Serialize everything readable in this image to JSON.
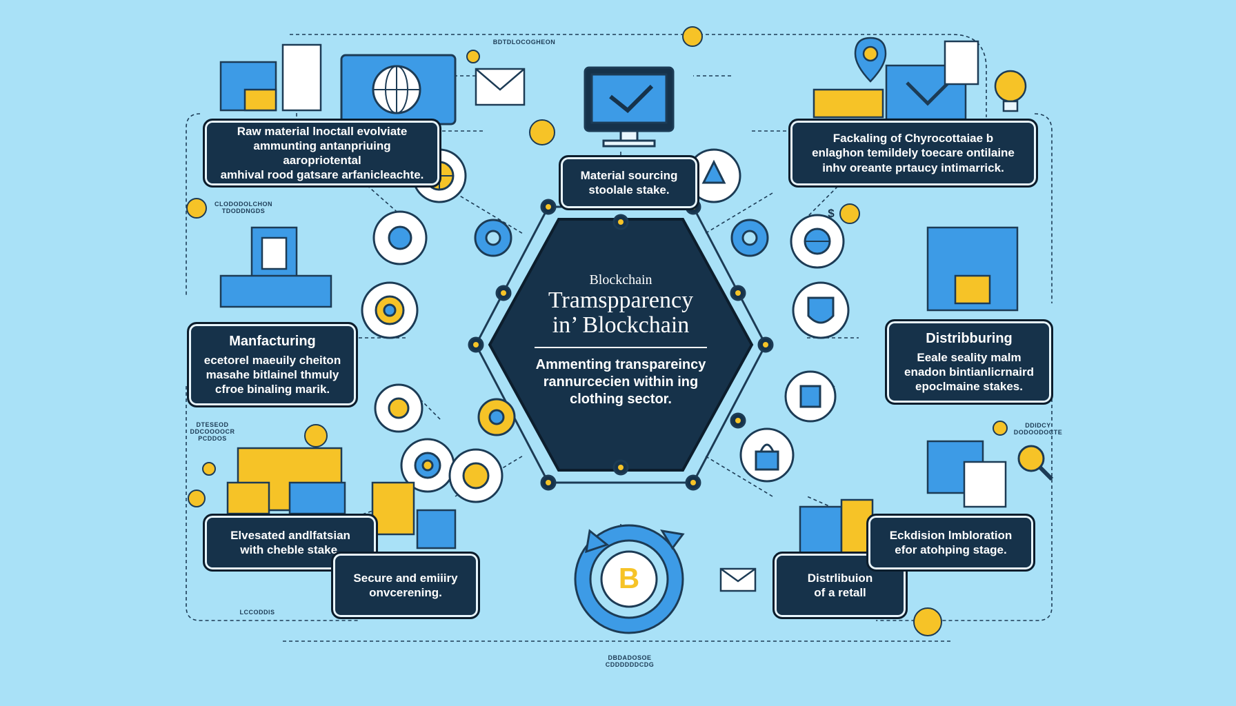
{
  "colors": {
    "background": "#a9e1f7",
    "dark": "#16324a",
    "blue": "#3d9be6",
    "yellow": "#f6c327",
    "line": "#1c3b55"
  },
  "center": {
    "line1": "Blockchain",
    "line2": "Tramspparency",
    "line3": "in’ Blockchain",
    "subtitle": [
      "Ammenting transpareincy",
      "rannurcecien within ing",
      "clothing sector."
    ]
  },
  "boxes": {
    "raw_material": [
      "Raw material lnoctall evolviate",
      "ammunting antanpriuing aaropriotental",
      "amhival rood gatsare arfanicleachte."
    ],
    "material_sourcing": [
      "Material sourcing",
      "stoolale stake."
    ],
    "packaging": [
      "Fackaling of Chyrocottaiae b",
      "enlaghon temildely toecare ontilaine",
      "inhv oreante prtaucy intimarrick."
    ],
    "manufacturing": {
      "title": "Manfacturing",
      "lines": [
        "ecetorel maeuily cheiton",
        "masahe bitlainel thmuly",
        "cfroe binaling marik."
      ]
    },
    "distributing": {
      "title": "Distribburing",
      "lines": [
        "Eeale seality malm",
        "enadon bintianlicrnaird",
        "epoclmaine stakes."
      ]
    },
    "elevated": [
      "Elvesated andlfatsian",
      "with cheble stake."
    ],
    "secure": [
      "Secure and emiiiry",
      "onvcerening."
    ],
    "distribution_retail": [
      "Distrlibuion",
      "of a retall"
    ],
    "exclusion": [
      "Eckdision lmbloration",
      "efor atohping stage."
    ]
  },
  "small_labels": {
    "top": "BDTDLOCOGHEON",
    "left_mid": [
      "CLODODOLCHON",
      "TDODDNGDS"
    ],
    "left_low": [
      "DTESEOD",
      "DDCOOOOCR",
      "PCDDOS"
    ],
    "right_low": [
      "DDIDCY",
      "DODOODOCTE"
    ],
    "bottom_left": "LCCODDIS",
    "bottom_center": [
      "DBDADOSOE",
      "CDDDDDDCDG"
    ]
  },
  "icons": {
    "coin": "bitcoin-icon",
    "globe": "globe-icon",
    "monitor": "monitor-icon",
    "box": "box-icon",
    "gear": "gear-icon",
    "shield": "shield-icon",
    "bag": "shopping-bag-icon",
    "cycle": "blockchain-cycle-icon",
    "search": "search-icon",
    "envelope": "envelope-icon",
    "lightbulb": "lightbulb-icon",
    "location": "location-pin-icon"
  },
  "coin_symbol": "B",
  "coin_symbol_small": "$"
}
